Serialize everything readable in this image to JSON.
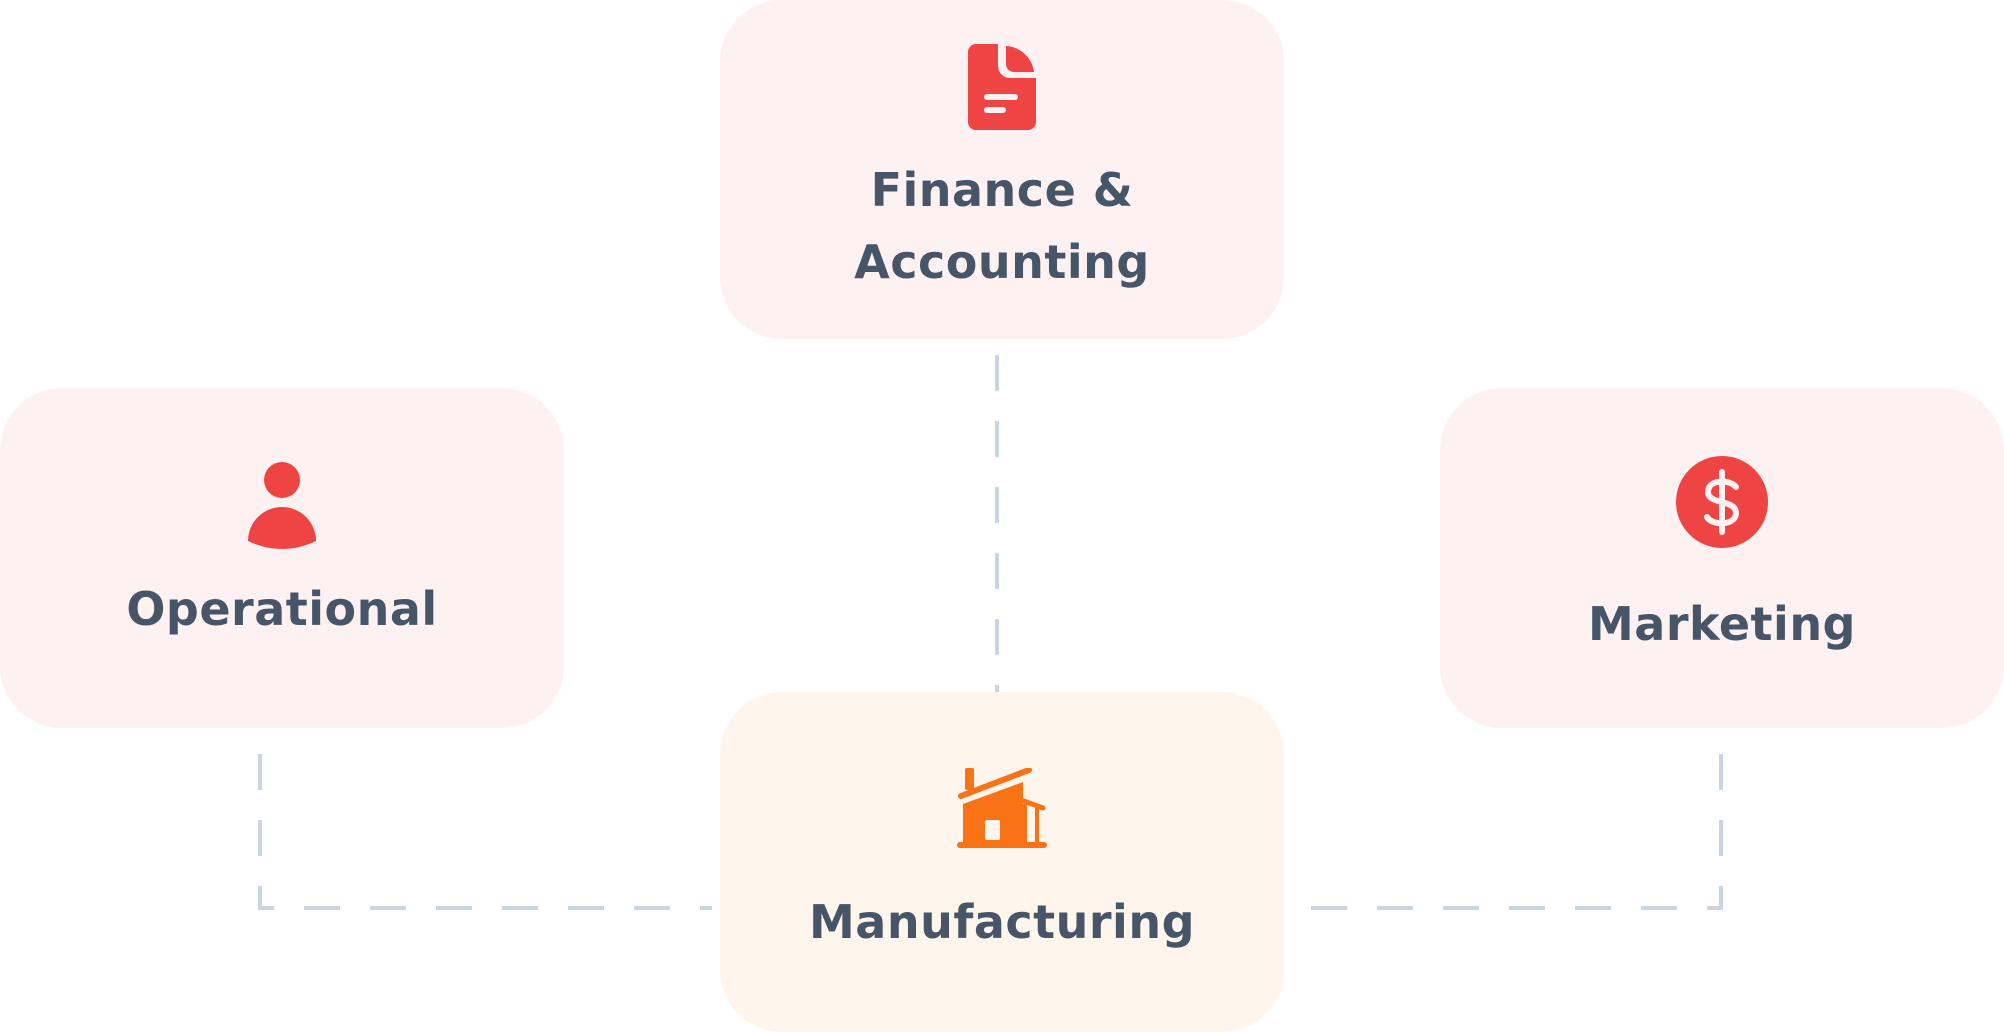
{
  "diagram": {
    "nodes": [
      {
        "id": "finance",
        "label_line1": "Finance &",
        "label_line2": "Accounting",
        "icon": "document-icon"
      },
      {
        "id": "operational",
        "label": "Operational",
        "icon": "person-icon"
      },
      {
        "id": "marketing",
        "label": "Marketing",
        "icon": "dollar-icon"
      },
      {
        "id": "manufacturing",
        "label": "Manufacturing",
        "icon": "factory-icon"
      }
    ],
    "connections": [
      {
        "from": "finance",
        "to": "manufacturing",
        "style": "dashed"
      },
      {
        "from": "operational",
        "to": "manufacturing",
        "style": "dashed"
      },
      {
        "from": "marketing",
        "to": "manufacturing",
        "style": "dashed"
      }
    ]
  },
  "colors": {
    "red_accent": "#ef4444",
    "orange_accent": "#f97316",
    "red_card_bg": "#fdf1f1",
    "orange_card_bg": "#fef6ec",
    "label_text": "#475569",
    "connector": "#cbd5e1"
  }
}
